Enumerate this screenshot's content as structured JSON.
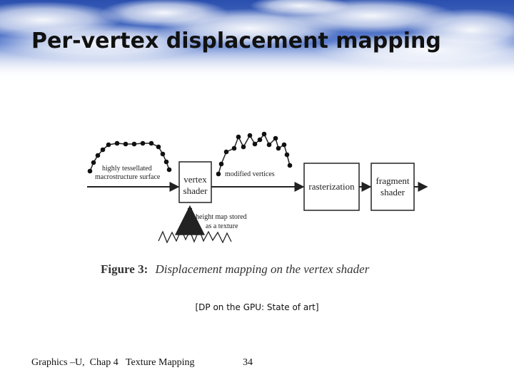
{
  "slide": {
    "title": "Per-vertex displacement mapping",
    "citation": "[DP on the GPU: State of art]",
    "footer_left": "Graphics –U,  Chap 4   Texture Mapping",
    "page_number": "34"
  },
  "figure": {
    "labels": {
      "surface_line1": "highly tessellated",
      "surface_line2": "macrostructure surface",
      "vertex_shader_line1": "vertex",
      "vertex_shader_line2": "shader",
      "modified": "modified vertices",
      "rasterization": "rasterization",
      "fragment_line1": "fragment",
      "fragment_line2": "shader",
      "height_line1": "height map stored",
      "height_line2": "as a texture"
    },
    "caption": {
      "prefix": "Figure 3:",
      "text": "Displacement mapping on the vertex shader"
    }
  },
  "colors": {
    "sky_blue": "#2f55b8",
    "text": "#111111",
    "line": "#222222"
  }
}
